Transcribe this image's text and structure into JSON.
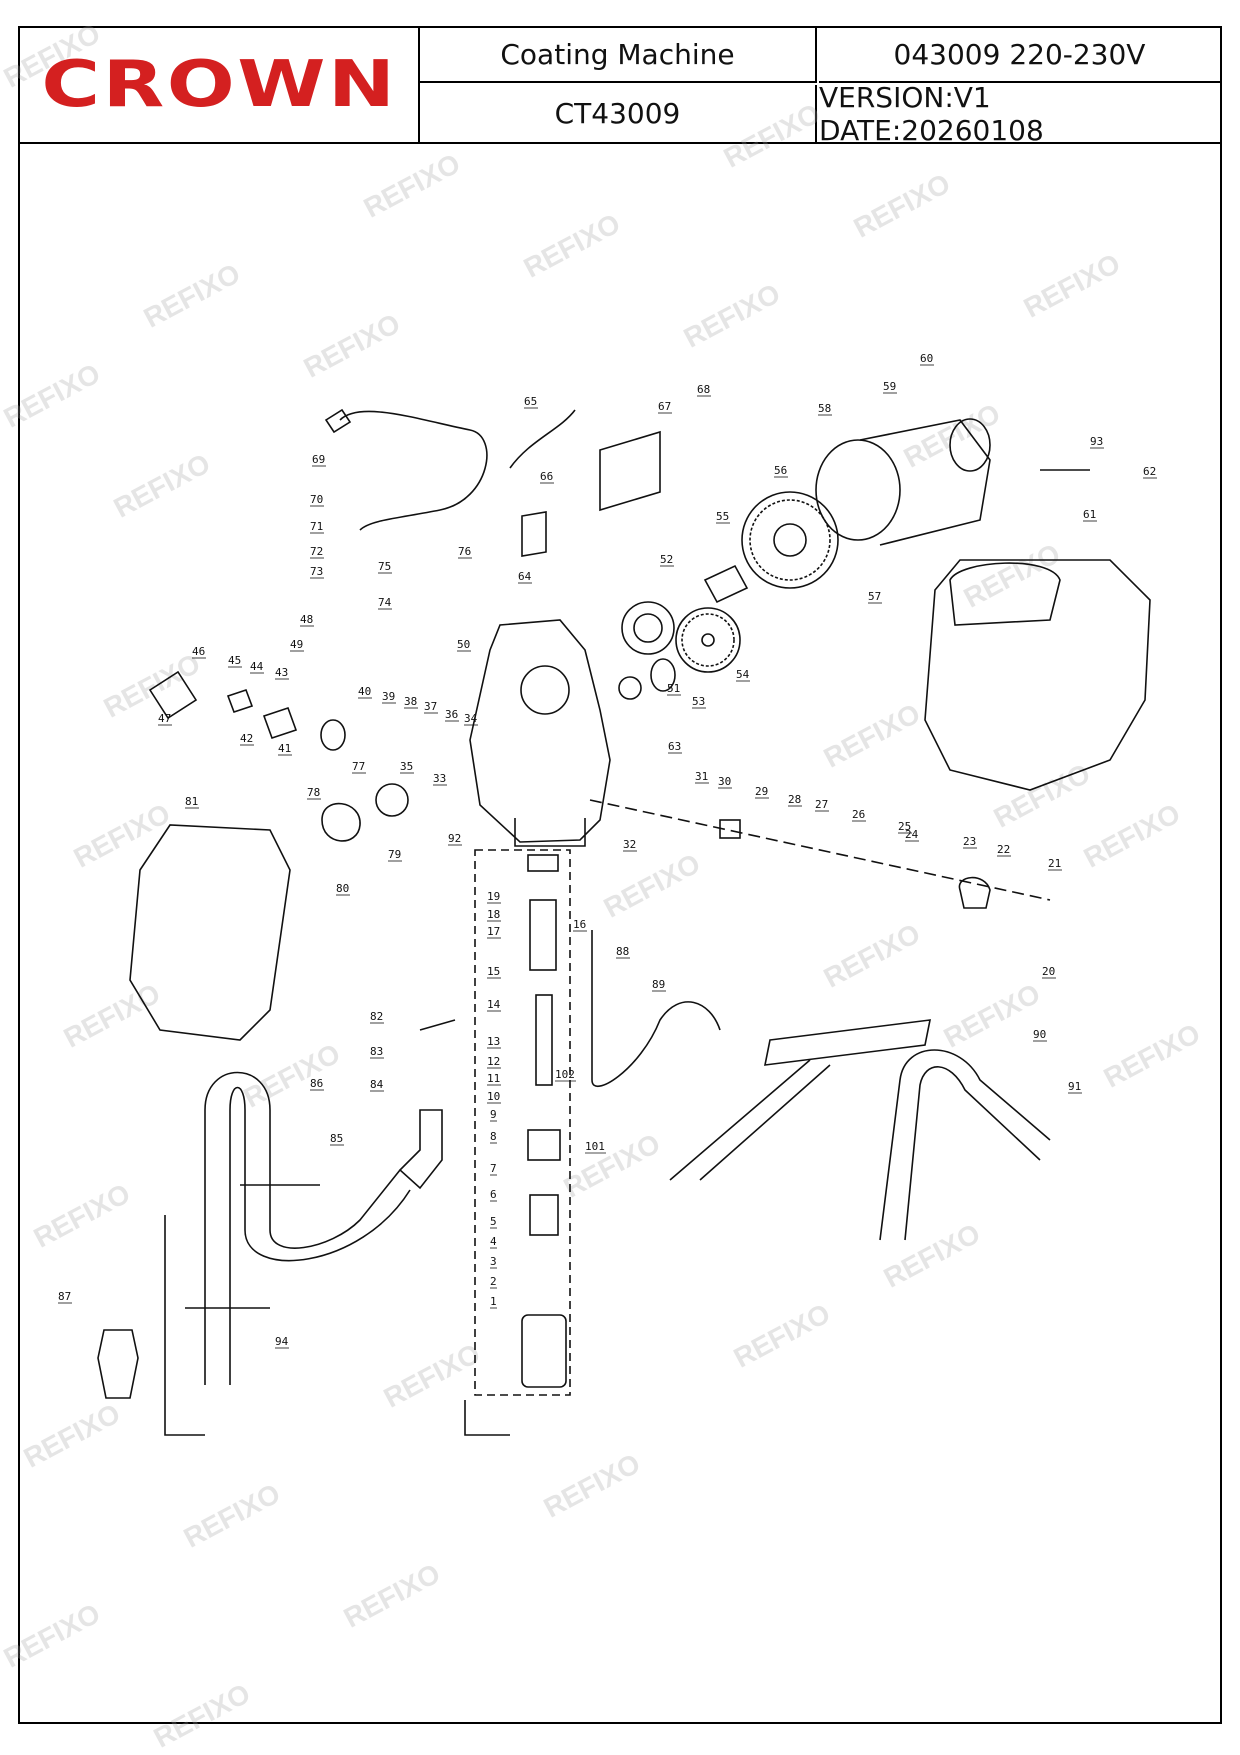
{
  "header": {
    "brand": "CROWN",
    "product_name": "Coating  Machine",
    "item_code": "043009  220-230V",
    "model": "CT43009",
    "version": "VERSION:V1  DATE:20260108"
  },
  "watermark": "REFIXO",
  "part_numbers": [
    "1",
    "2",
    "3",
    "4",
    "5",
    "6",
    "7",
    "8",
    "9",
    "10",
    "11",
    "12",
    "13",
    "14",
    "15",
    "16",
    "17",
    "18",
    "19",
    "20",
    "21",
    "22",
    "23",
    "24",
    "25",
    "26",
    "27",
    "28",
    "29",
    "30",
    "31",
    "32",
    "33",
    "34",
    "35",
    "36",
    "37",
    "38",
    "39",
    "40",
    "41",
    "42",
    "43",
    "44",
    "45",
    "46",
    "47",
    "48",
    "49",
    "50",
    "51",
    "52",
    "53",
    "54",
    "55",
    "56",
    "57",
    "58",
    "59",
    "60",
    "61",
    "62",
    "63",
    "64",
    "65",
    "66",
    "67",
    "68",
    "69",
    "70",
    "71",
    "72",
    "73",
    "74",
    "75",
    "76",
    "77",
    "78",
    "79",
    "80",
    "81",
    "82",
    "83",
    "84",
    "85",
    "86",
    "87",
    "88",
    "89",
    "90",
    "91",
    "92",
    "93",
    "94",
    "101",
    "102"
  ],
  "colors": {
    "brand": "#d42020",
    "line": "#111111"
  }
}
